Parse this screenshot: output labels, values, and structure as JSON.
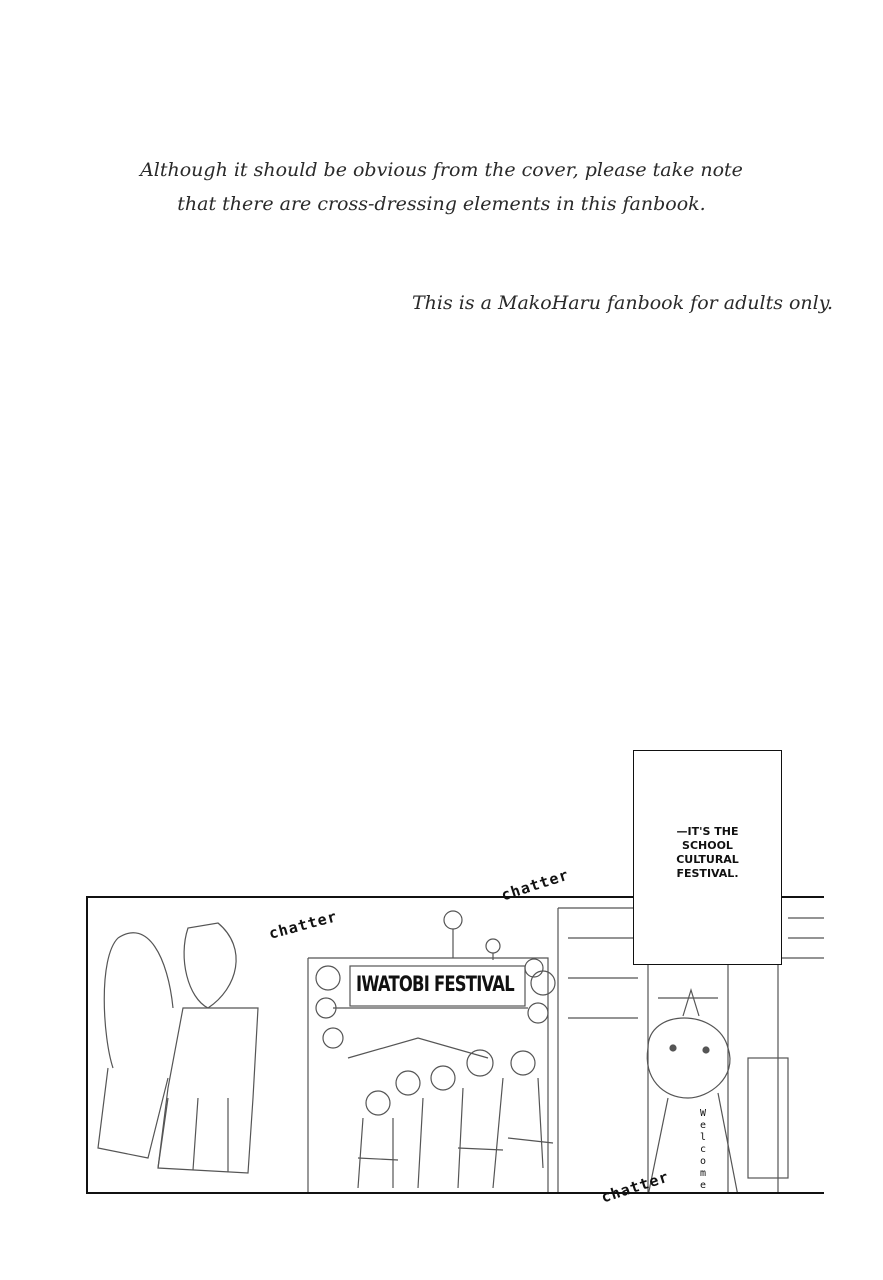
{
  "notes": {
    "line1": "Although it should be obvious from the cover, please take note",
    "line2": "that there are cross-dressing elements in this fanbook.",
    "adult": "This is a MakoHaru fanbook for adults only."
  },
  "panel": {
    "caption": "—IT'S THE SCHOOL CULTURAL FESTIVAL.",
    "sign": "IWATOBI FESTIVAL",
    "sfx_left": "chatter",
    "sfx_top": "chatter",
    "sfx_bottom": "chatter",
    "mascot_sign": "Welcome"
  }
}
